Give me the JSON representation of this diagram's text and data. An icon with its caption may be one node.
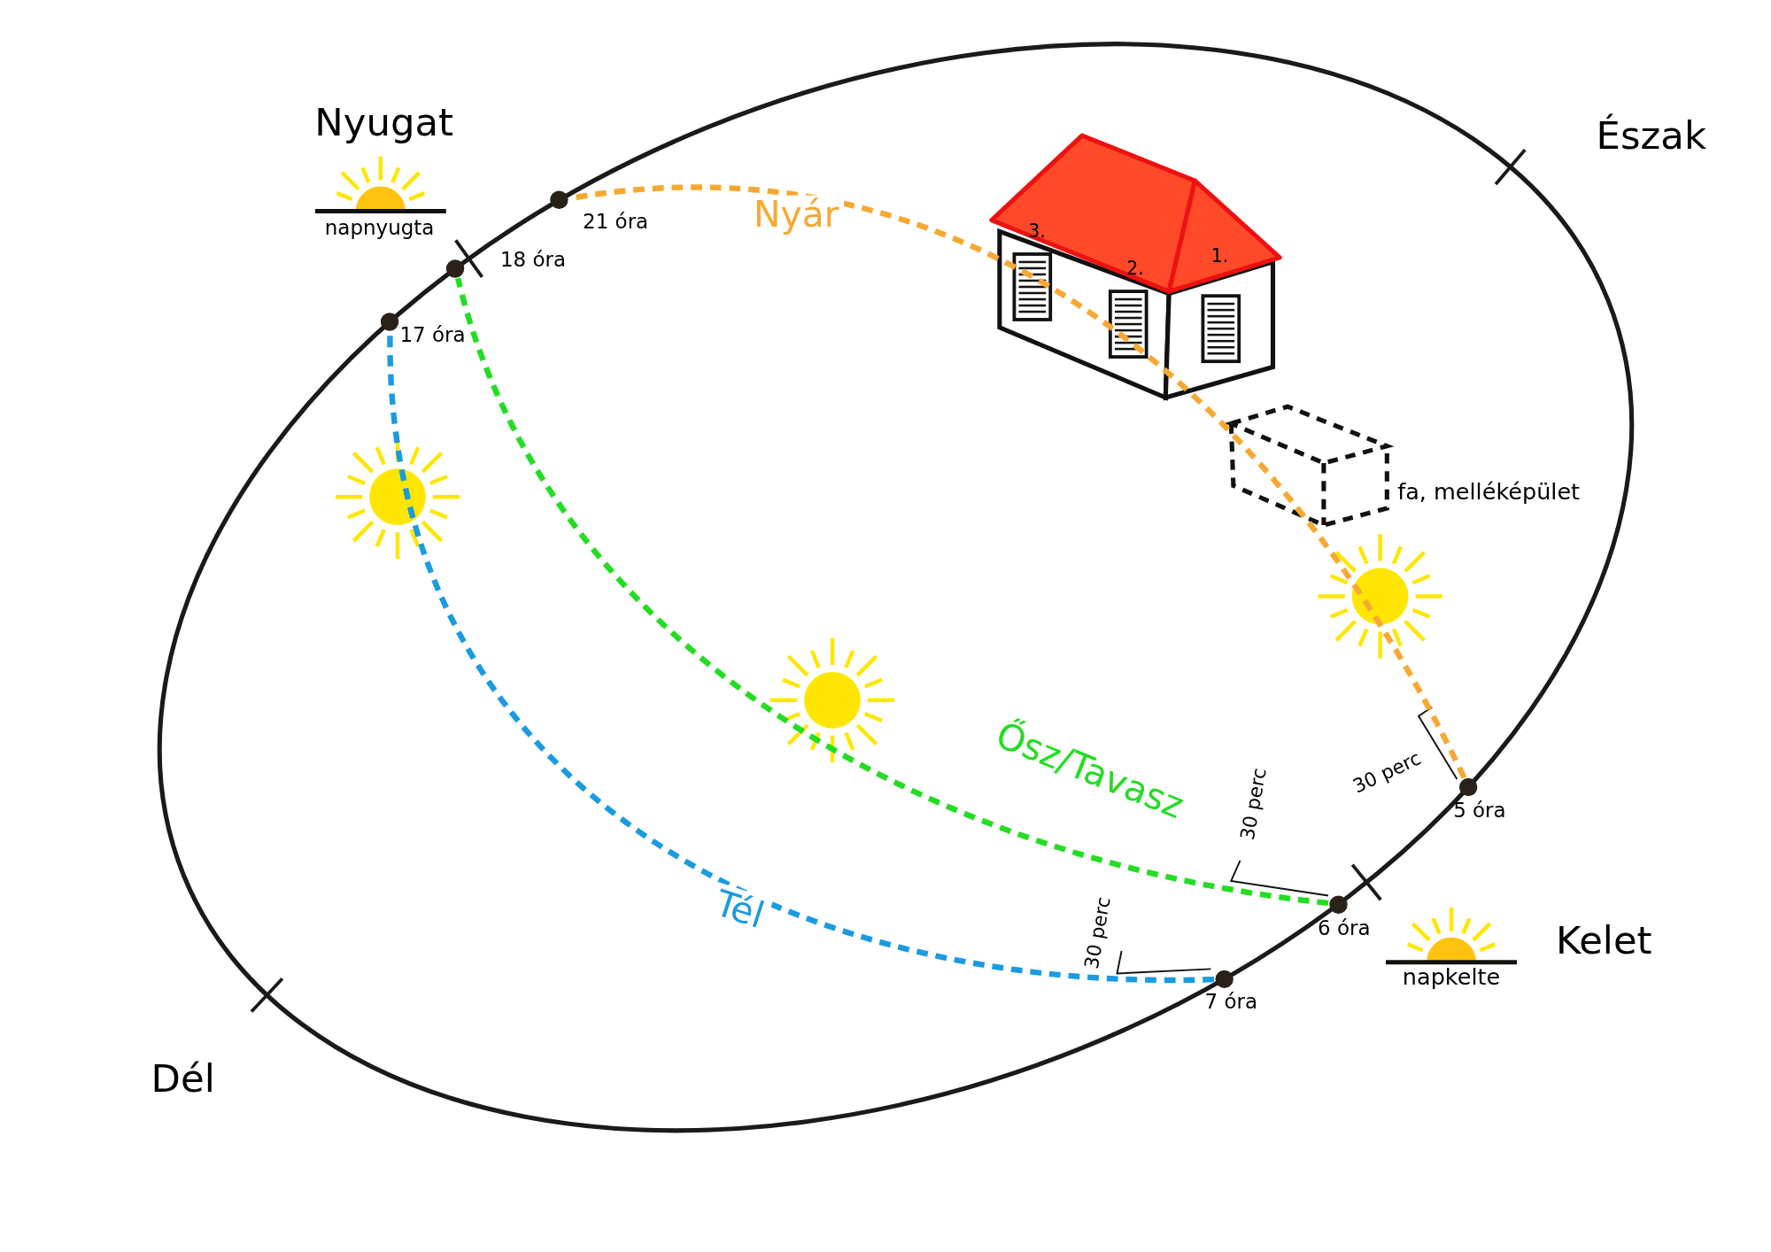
{
  "diagram": {
    "nodes": [
      {
        "text": [],
        "shape": "circle",
        "beside": [
          "21 óra"
        ]
      },
      {
        "text": [],
        "shape": "circle",
        "beside": [
          "18 óra"
        ]
      },
      {
        "text": [],
        "shape": "circle",
        "beside": [
          "17 óra"
        ]
      },
      {
        "text": [],
        "shape": "circle",
        "beside": [
          "5 óra"
        ]
      },
      {
        "text": [],
        "shape": "circle",
        "beside": [
          "6 óra"
        ]
      },
      {
        "text": [],
        "shape": "circle",
        "beside": [
          "7 óra"
        ]
      }
    ],
    "edges": [
      {
        "from": 3,
        "to": 0,
        "arrow": "none",
        "label": "Nyár",
        "style": "dashed",
        "color": "#f7a833"
      },
      {
        "from": 4,
        "to": 1,
        "arrow": "none",
        "label": "Ősz/Tavasz",
        "style": "dashed",
        "color": "#22dd22"
      },
      {
        "from": 5,
        "to": 2,
        "arrow": "none",
        "label": "Tél",
        "style": "dashed",
        "color": "#1a9be0"
      }
    ],
    "labels": [
      "Nyugat",
      "Észak",
      "napnyugta",
      "3.",
      "1.",
      "2.",
      "fa, melléképület",
      "30 perc",
      "30 perc",
      "Kelet",
      "30 perc",
      "napkelte",
      "Dél"
    ]
  }
}
